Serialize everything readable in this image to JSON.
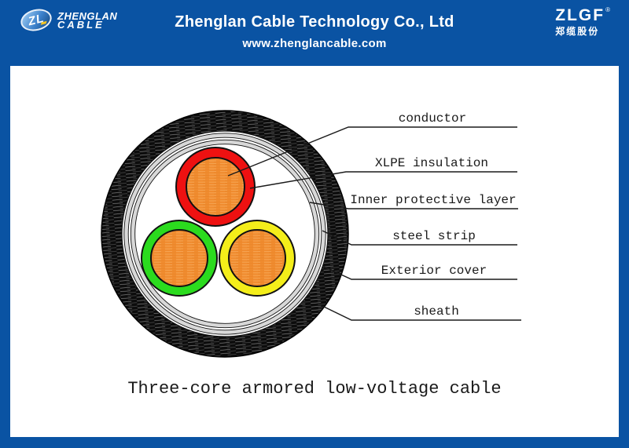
{
  "header": {
    "company": "Zhenglan Cable Technology Co., Ltd",
    "website": "www.zhenglancable.com",
    "logo_left": {
      "monogram": "ZL",
      "line1": "ZHENGLAN",
      "line2": "CABLE"
    },
    "logo_right": {
      "brand": "ZLGF",
      "registered": "®",
      "chinese": "郑缆股份"
    }
  },
  "diagram": {
    "caption": "Three-core armored low-voltage cable",
    "labels": [
      "conductor",
      "XLPE insulation",
      "Inner protective layer",
      "steel strip",
      "Exterior cover",
      "sheath"
    ],
    "colors": {
      "header_blue": "#0a53a3",
      "sheath_black": "#0c0c0c",
      "red": "#ee1111",
      "green": "#2bdb1e",
      "yellow": "#f4ee1a",
      "orange": "#f08c30",
      "steel_gray": "#d8d8d8"
    }
  }
}
